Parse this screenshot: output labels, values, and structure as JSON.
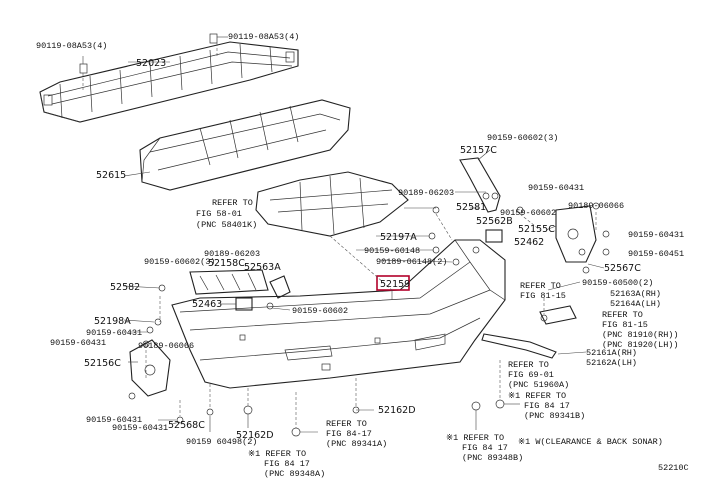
{
  "labels": {
    "p90119_08a53_left": "90119-08A53(4)",
    "p90119_08a53_right": "90119-08A53(4)",
    "p52023": "52023",
    "p52615": "52615",
    "p90159_60602_3_top": "90159-60602(3)",
    "p52157c": "52157C",
    "p90189_06203_a": "90189-06203",
    "p52581": "52581",
    "p52562b": "52562B",
    "p90159_60431_a": "90159-60431",
    "p90159_60602_b": "90159-60602",
    "p90189_06066": "90189-06066",
    "p90159_60431_b": "90159-60431",
    "p52155c": "52155C",
    "p90159_60451": "90159-60451",
    "p52567c": "52567C",
    "p52462": "52462",
    "p52197a": "52197A",
    "p90159_60148": "90159-60148",
    "p90189_06148_2": "90189-06148(2)",
    "p90189_06203_b": "90189-06203",
    "p90159_60602_3_mid": "90159-60602(3)",
    "p52158c": "52158C",
    "p52563a": "52563A",
    "p52582": "52582",
    "p52463": "52463",
    "p90159_60602_c": "90159-60602",
    "p52159": "52159",
    "p90159_60500_2": "90159-60500(2)",
    "p52163a": "52163A(RH)",
    "p52164a": "52164A(LH)",
    "p52198a": "52198A",
    "p90159_60431_c": "90159-60431",
    "p90159_60431_d": "90159-60431",
    "p90189_06066_b": "90189-06066",
    "p52156c": "52156C",
    "p52161a": "52161A(RH)",
    "p52162a": "52162A(LH)",
    "p90159_60431_e": "90159-60431",
    "p90159_60431_f": "90159-60431",
    "p52568c": "52568C",
    "p90159_60498": "90159 60498(2)",
    "p52162d": "52162D",
    "p52162d_r": "52162D",
    "part_code": "52210C"
  },
  "refs": {
    "r1_a": "REFER TO",
    "r1_b": "FIG 58-01",
    "r1_c": "(PNC 58401K)",
    "r2_a": "REFER TO",
    "r2_b": "FIG 81-15",
    "r3_a": "REFER TO",
    "r3_b": "FIG 81-15",
    "r3_c": "(PNC 81910(RH))",
    "r3_d": "(PNC 81920(LH))",
    "r4_a": "REFER TO",
    "r4_b": "FIG 69-01",
    "r4_c": "(PNC 51960A)",
    "r5_a": "※1 REFER TO",
    "r5_b": "FIG 84 17",
    "r5_c": "(PNC 89341B)",
    "r6_a": "REFER TO",
    "r6_b": "FIG 84-17",
    "r6_c": "(PNC 89341A)",
    "r7_a": "※1 REFER TO",
    "r7_b": "FIG 84 17",
    "r7_c": "(PNC 89348A)",
    "r8_a": "※1 REFER TO",
    "r8_b": "FIG 84 17",
    "r8_c": "(PNC 89348B)",
    "note": "※1 W(CLEARANCE & BACK SONAR)"
  }
}
